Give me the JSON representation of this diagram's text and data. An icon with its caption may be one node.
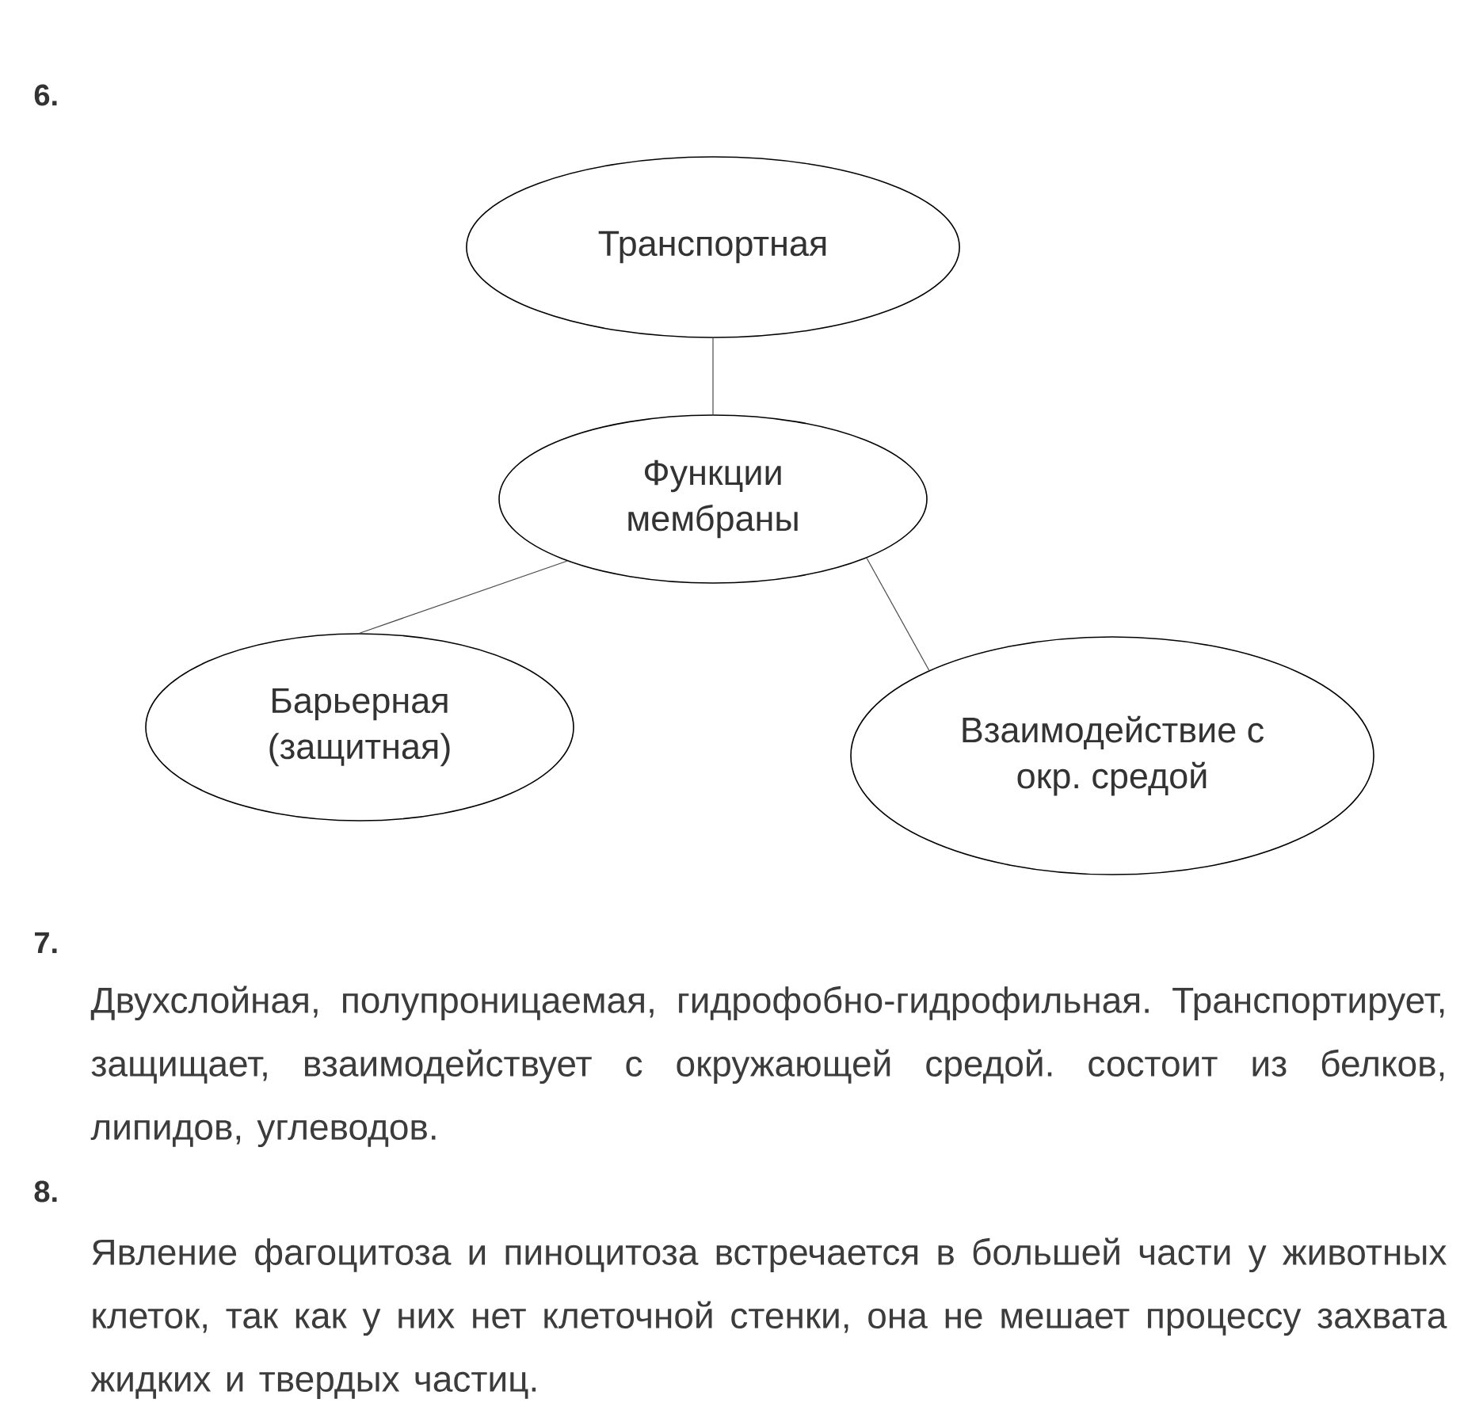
{
  "diagram": {
    "nodes": [
      {
        "text": [
          "Транспортная"
        ]
      },
      {
        "text": [
          "Функции мембраны"
        ]
      },
      {
        "text": [
          "Барьерная (защитная)"
        ]
      },
      {
        "text": [
          "Взаимодействие с окр. средой"
        ]
      }
    ],
    "edges": [
      {
        "from": 0,
        "to": 1,
        "arrow": "none"
      },
      {
        "from": 1,
        "to": 2,
        "arrow": "none"
      },
      {
        "from": 1,
        "to": 3,
        "arrow": "none"
      }
    ],
    "labels": [
      "6.",
      "7.",
      "Двухслойная, полупроницаемая, гидрофобно-гидрофильная. Транспортирует, защищает, взаимодействует с окружающей средой. состоит из белков, липидов, углеводов.",
      "8.",
      "Явление фагоцитоза и пиноцитоза встречается в большей части у животных клеток, так как у них нет клеточной стенки, она не мешает процессу захвата жидких и твердых частиц."
    ]
  }
}
